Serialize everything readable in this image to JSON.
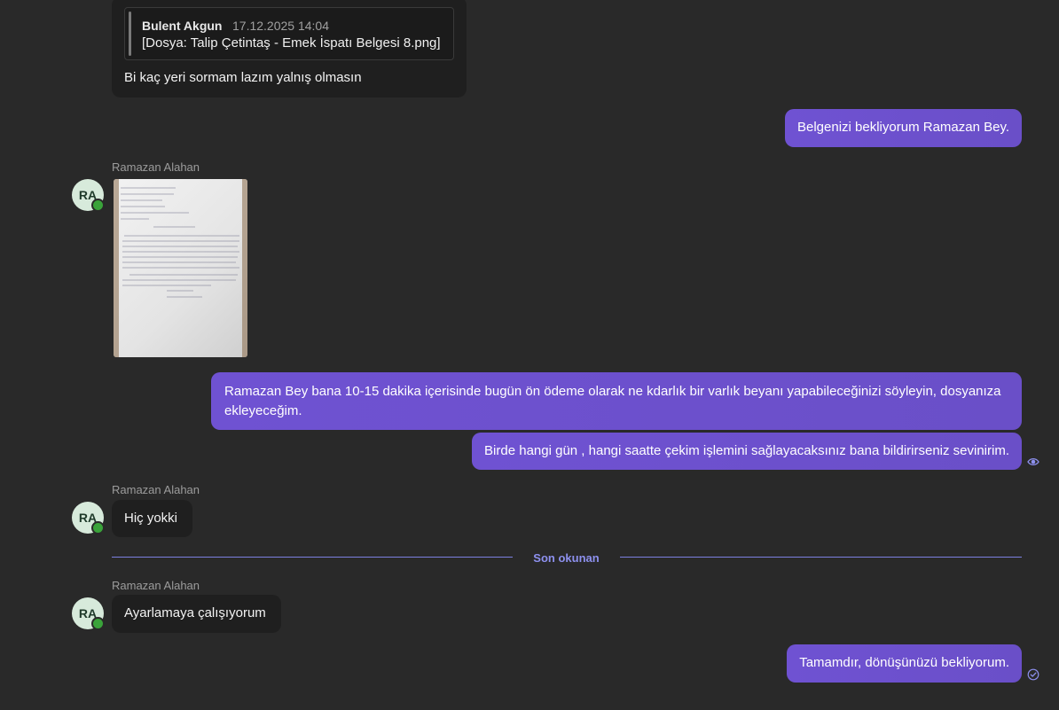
{
  "messages": {
    "m1": {
      "quote": {
        "author": "Bulent Akgun",
        "time": "17.12.2025 14:04",
        "text": "[Dosya: Talip Çetintaş - Emek İspatı Belgesi 8.png]"
      },
      "text": "Bi kaç yeri sormam lazım yalnış olmasın"
    },
    "m2": {
      "text": "Belgenizi bekliyorum Ramazan Bey."
    },
    "m3": {
      "sender": "Ramazan Alahan",
      "initials": "RA"
    },
    "m4": {
      "text": "Ramazan Bey bana 10-15 dakika içerisinde bugün ön ödeme olarak ne kdarlık bir varlık beyanı yapabileceğinizi söyleyin, dosyanıza ekleyeceğim."
    },
    "m5": {
      "text": "Birde hangi gün , hangi saatte çekim işlemini sağlayacaksınız bana bildirirseniz sevinirim."
    },
    "m6": {
      "sender": "Ramazan Alahan",
      "initials": "RA",
      "text": "Hiç yokki"
    },
    "m7": {
      "sender": "Ramazan Alahan",
      "initials": "RA",
      "text": "Ayarlamaya çalışıyorum"
    },
    "m8": {
      "text": "Tamamdır, dönüşünüzü bekliyorum."
    }
  },
  "divider": {
    "label": "Son okunan"
  },
  "icons": {
    "seen": "eye-icon",
    "delivered": "check-circle-icon",
    "online": "online-status-icon"
  },
  "colors": {
    "background": "#292929",
    "incoming_bubble": "#1f1f1f",
    "outgoing_bubble": "#6f52d2",
    "divider": "#7c7fe0",
    "avatar_bg": "#d7eadb",
    "online": "#3aa33a"
  }
}
